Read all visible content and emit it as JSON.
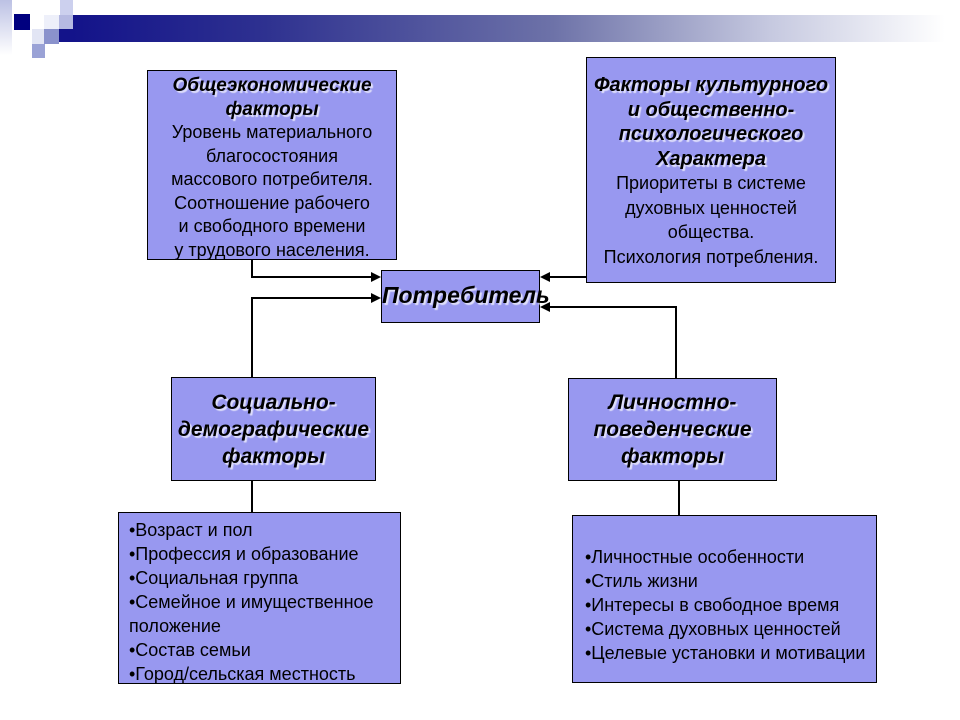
{
  "slide": {
    "background": "#ffffff",
    "box_fill": "#9898f0",
    "box_border": "#000000",
    "header_bar_dark": "#13138a",
    "header_square_navy": "#00007f",
    "bullet_char": "•"
  },
  "boxes": {
    "general_economic": {
      "title": "Общеэкономические\nфакторы",
      "body": "Уровень материального\nблагосостояния\nмассового потребителя.\nСоотношение рабочего\nи свободного времени\nу трудового населения."
    },
    "cultural_psychological": {
      "title": "Факторы культурного\nи общественно-\nпсихологического\nХарактера",
      "body": "Приоритеты в системе\nдуховных ценностей\nобщества.\nПсихология потребления."
    },
    "consumer": {
      "label": "Потребитель"
    },
    "socio_demographic": {
      "title": "Социально-\nдемографические\nфакторы"
    },
    "personal_behavioral": {
      "title": "Личностно-\nповеденческие\nфакторы"
    },
    "socio_demographic_list": {
      "items": [
        "Возраст и пол",
        "Профессия и образование",
        "Социальная группа",
        "Семейное и имущественное положение",
        "Состав семьи",
        "Город/сельская местность"
      ]
    },
    "personal_behavioral_list": {
      "items": [
        "Личностные особенности",
        "Стиль жизни",
        "Интересы в свободное время",
        "Система духовных ценностей",
        "Целевые установки и мотивации"
      ]
    }
  }
}
